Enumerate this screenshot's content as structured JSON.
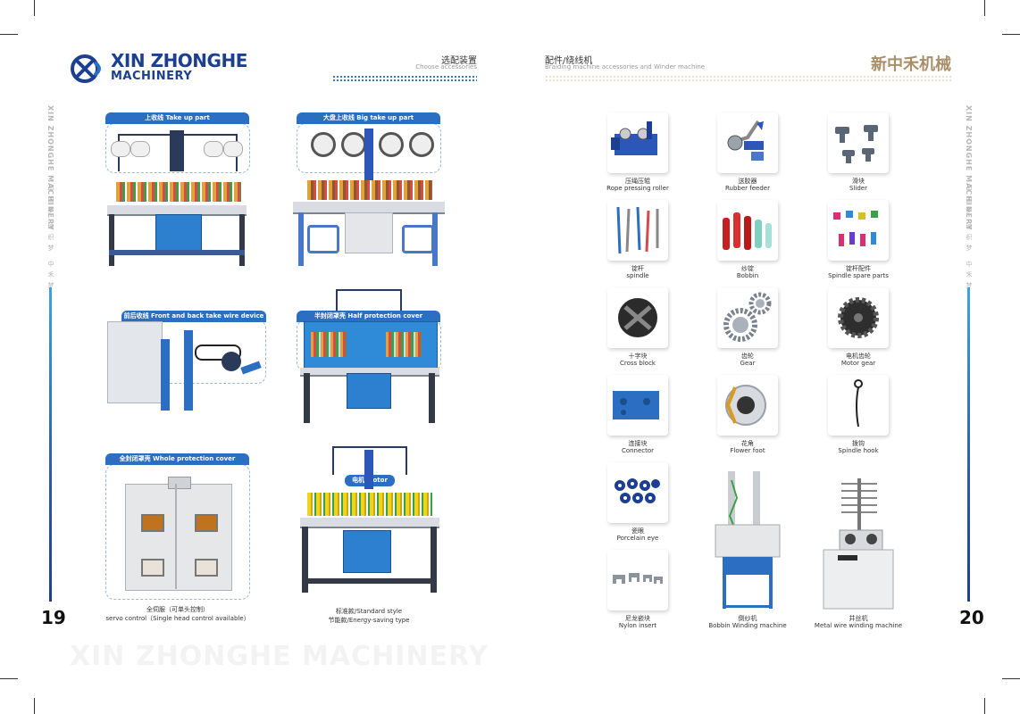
{
  "header": {
    "logo_line1": "XIN ZHONGHE",
    "logo_line2": "MACHINERY",
    "section1_zh": "选配装置",
    "section1_en": "Choose accessories",
    "section2_zh": "配件/绕线机",
    "section2_en": "Braiding machine accessories and Winder machine",
    "brand_zh": "新中禾机械"
  },
  "side": {
    "left_vertical": "XIN ZHONGHE MACHINERY",
    "right_vertical": "XIN ZHONGHE MACHINERY",
    "left_zh": [
      "中",
      "国",
      "梦",
      "编",
      "织",
      "梦",
      "中",
      "禾",
      "梦"
    ],
    "right_zh": [
      "中",
      "国",
      "梦",
      "编",
      "织",
      "梦",
      "中",
      "禾",
      "梦"
    ]
  },
  "pages": {
    "left": "19",
    "right": "20"
  },
  "watermark": "XIN ZHONGHE MACHINERY",
  "left_page": {
    "cards": [
      {
        "tag": "上收线  Take up part"
      },
      {
        "tag": "大盘上收线  Big take up part"
      },
      {
        "tag": "前后收线  Front and back take wire device"
      },
      {
        "tag": "半封闭罩壳  Half protection cover"
      },
      {
        "tag": "全封闭罩壳  Whole protection cover"
      },
      {
        "tag": "电机  Motor"
      }
    ],
    "caption_servo_zh": "全伺服（可单头控制）",
    "caption_servo_en": "servo control（Single head control available）",
    "caption_std_1": "标准款/Standard style",
    "caption_std_2": "节能款/Energy-saving type"
  },
  "accessories": [
    {
      "zh": "压绳压辊",
      "en": "Rope pressing roller",
      "icon": "rope-roller-icon"
    },
    {
      "zh": "送胶器",
      "en": "Rubber feeder",
      "icon": "rubber-feeder-icon"
    },
    {
      "zh": "滑块",
      "en": "Slider",
      "icon": "slider-icon"
    },
    {
      "zh": "锭杆",
      "en": "spindle",
      "icon": "spindle-icon"
    },
    {
      "zh": "纱锭",
      "en": "Bobbin",
      "icon": "bobbin-icon"
    },
    {
      "zh": "锭杆配件",
      "en": "Spindle spare parts",
      "icon": "spindle-parts-icon"
    },
    {
      "zh": "十字块",
      "en": "Cross block",
      "icon": "cross-block-icon"
    },
    {
      "zh": "齿轮",
      "en": "Gear",
      "icon": "gear-icon"
    },
    {
      "zh": "电机齿轮",
      "en": "Motor gear",
      "icon": "motor-gear-icon"
    },
    {
      "zh": "连接块",
      "en": "Connector",
      "icon": "connector-icon"
    },
    {
      "zh": "花角",
      "en": "Flower foot",
      "icon": "flower-foot-icon"
    },
    {
      "zh": "拨钩",
      "en": "Spindle hook",
      "icon": "spindle-hook-icon"
    },
    {
      "zh": "瓷眼",
      "en": "Porcelain eye",
      "icon": "porcelain-eye-icon"
    },
    {
      "zh": "尼龙嵌块",
      "en": "Nylon insert",
      "icon": "nylon-insert-icon"
    },
    {
      "zh": "倒纱机",
      "en": "Bobbin Winding machine",
      "icon": "winding-machine-icon"
    },
    {
      "zh": "并丝机",
      "en": "Metal wire winding machine",
      "icon": "wire-winder-icon"
    }
  ]
}
